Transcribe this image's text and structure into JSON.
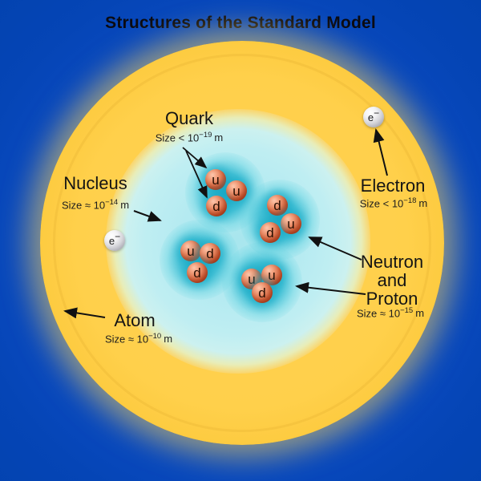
{
  "title": "Structures of the Standard Model",
  "annotations": {
    "quark": {
      "name": "Quark",
      "size_prefix": "Size < 10",
      "size_exponent": "−19",
      "size_unit": "m"
    },
    "nucleus": {
      "name": "Nucleus",
      "size_prefix": "Size ≈ 10",
      "size_exponent": "−14",
      "size_unit": "m"
    },
    "electron": {
      "name": "Electron",
      "size_prefix": "Size < 10",
      "size_exponent": "−18",
      "size_unit": "m"
    },
    "nucleon": {
      "name_line1": "Neutron",
      "name_line2": "and",
      "name_line3": "Proton",
      "size_prefix": "Size ≈ 10",
      "size_exponent": "−15",
      "size_unit": "m"
    },
    "atom": {
      "name": "Atom",
      "size_prefix": "Size ≈ 10",
      "size_exponent": "−10",
      "size_unit": "m"
    }
  },
  "particles": {
    "electron_symbol": "e",
    "electron_charge": "−",
    "clusters": [
      {
        "type": "proton",
        "quarks": [
          {
            "label": "u"
          },
          {
            "label": "u"
          },
          {
            "label": "d"
          }
        ]
      },
      {
        "type": "neutron",
        "quarks": [
          {
            "label": "d"
          },
          {
            "label": "u"
          },
          {
            "label": "d"
          }
        ]
      },
      {
        "type": "neutron",
        "quarks": [
          {
            "label": "u"
          },
          {
            "label": "d"
          },
          {
            "label": "d"
          }
        ]
      },
      {
        "type": "proton",
        "quarks": [
          {
            "label": "u"
          },
          {
            "label": "u"
          },
          {
            "label": "d"
          }
        ]
      }
    ]
  },
  "colors": {
    "background_blue": "#0a4ac0",
    "atom_yellow": "#ffd04b",
    "nucleus_halo_amber": "#ffb01a",
    "nucleus_cyan": "#bfeef2",
    "cluster_glow_teal": "#15a6c2",
    "quark_red": "#cd5c36",
    "electron_gray": "#d5d5da",
    "arrow_black": "#111111"
  }
}
